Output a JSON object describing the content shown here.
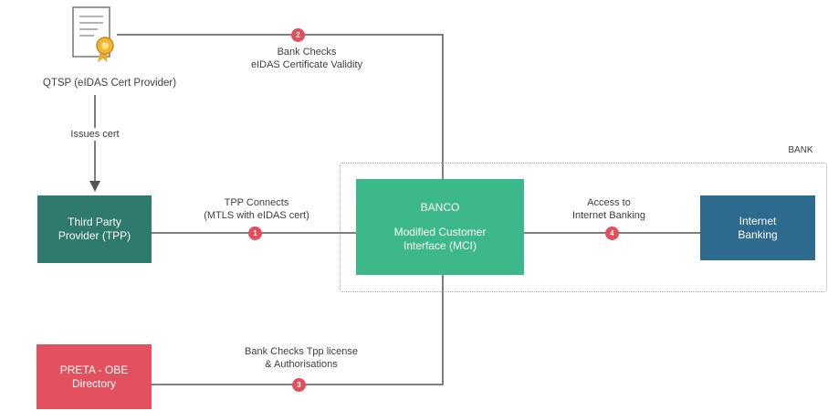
{
  "bank_label": "BANK",
  "nodes": {
    "qtsp": {
      "label": "QTSP (eIDAS Cert Provider)",
      "icon": "certificate-icon"
    },
    "tpp": {
      "line1": "Third Party",
      "line2": "Provider (TPP)",
      "color": "#2e7a6d"
    },
    "banco": {
      "line1": "BANCO",
      "line2": "Modified Customer",
      "line3": "Interface (MCI)",
      "color": "#3db88b"
    },
    "internet_banking": {
      "line1": "Internet",
      "line2": "Banking",
      "color": "#2d6a8e"
    },
    "preta": {
      "line1": "PRETA - OBE",
      "line2": "Directory",
      "color": "#e2515d"
    }
  },
  "edges": {
    "issues_cert": "Issues cert",
    "step1": {
      "number": "1",
      "line1": "TPP Connects",
      "line2": "(MTLS with eIDAS cert)"
    },
    "step2": {
      "number": "2",
      "line1": "Bank Checks",
      "line2": "eIDAS Certificate Validity"
    },
    "step3": {
      "number": "3",
      "line1": "Bank Checks Tpp license",
      "line2": "& Authorisations"
    },
    "step4": {
      "number": "4",
      "line1": "Access to",
      "line2": "Internet Banking"
    }
  },
  "colors": {
    "badge": "#e04f5b",
    "wire": "#555555"
  }
}
